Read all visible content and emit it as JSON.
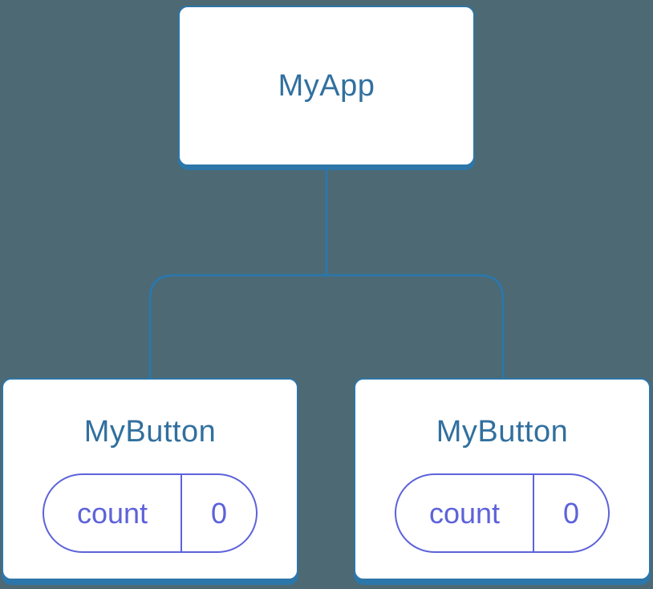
{
  "diagram": {
    "root": {
      "label": "MyApp"
    },
    "children": [
      {
        "label": "MyButton",
        "state": {
          "key": "count",
          "value": "0"
        }
      },
      {
        "label": "MyButton",
        "state": {
          "key": "count",
          "value": "0"
        }
      }
    ]
  },
  "colors": {
    "canvas_bg": "#4d6973",
    "node_fill": "#ffffff",
    "node_border": "#2d76a9",
    "node_label": "#31709f",
    "state_accent": "#5d62da"
  }
}
